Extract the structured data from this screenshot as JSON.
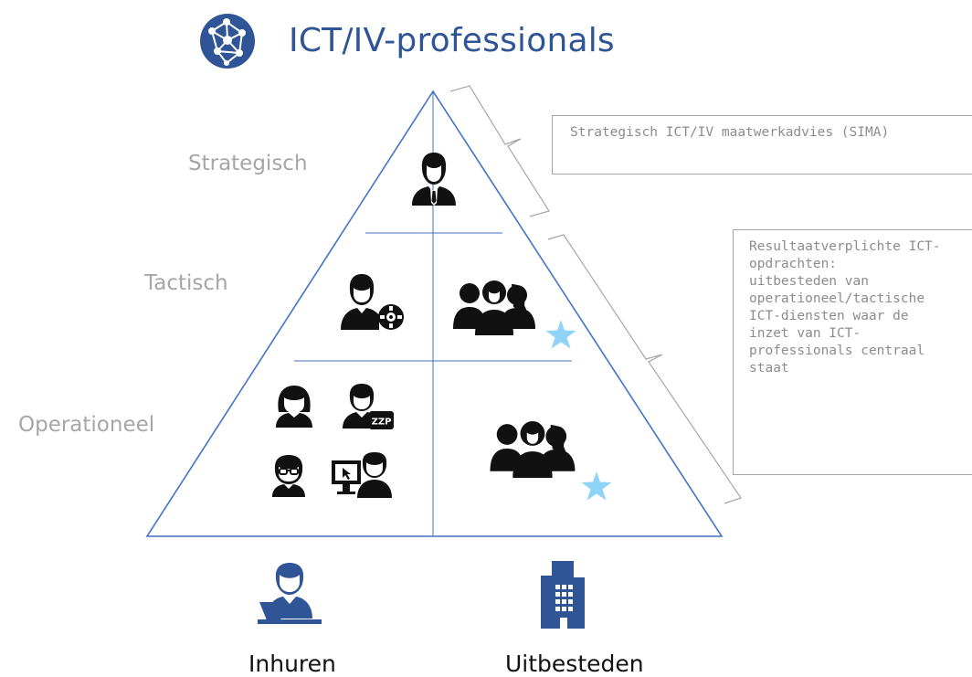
{
  "header": {
    "title": "ICT/IV-professionals",
    "logo_icon": "network-globe-icon"
  },
  "levels": {
    "strategic": "Strategisch",
    "tactical": "Tactisch",
    "operational": "Operationeel"
  },
  "callouts": {
    "strategic_box": "Strategisch ICT/IV maatwerkadvies (SIMA)",
    "results_box": "Resultaatverplichte ICT-\nopdrachten:\nuitbesteden van\noperationeel/tactische\nICT-diensten waar de\ninzet van ICT-\nprofessionals centraal\nstaat"
  },
  "pyramid_icons": {
    "strategic": [
      "businessman-icon"
    ],
    "tactical_left": [
      "person-gear-icon"
    ],
    "tactical_right": [
      "team-icon",
      "star-icon"
    ],
    "operational_left": [
      "woman-icon",
      "person-zzp-icon",
      "person-glasses-icon",
      "person-computer-icon"
    ],
    "operational_right": [
      "team-icon",
      "star-icon"
    ]
  },
  "footer": {
    "left_label": "Inhuren",
    "right_label": "Uitbesteden",
    "left_icon": "person-laptop-icon",
    "right_icon": "office-building-icon",
    "zzp_badge": "ZZP"
  },
  "colors": {
    "brand_blue": "#2F5597",
    "line_blue": "#4472C4",
    "star_blue": "#8FD3F7",
    "level_grey": "#A6A6A6"
  }
}
